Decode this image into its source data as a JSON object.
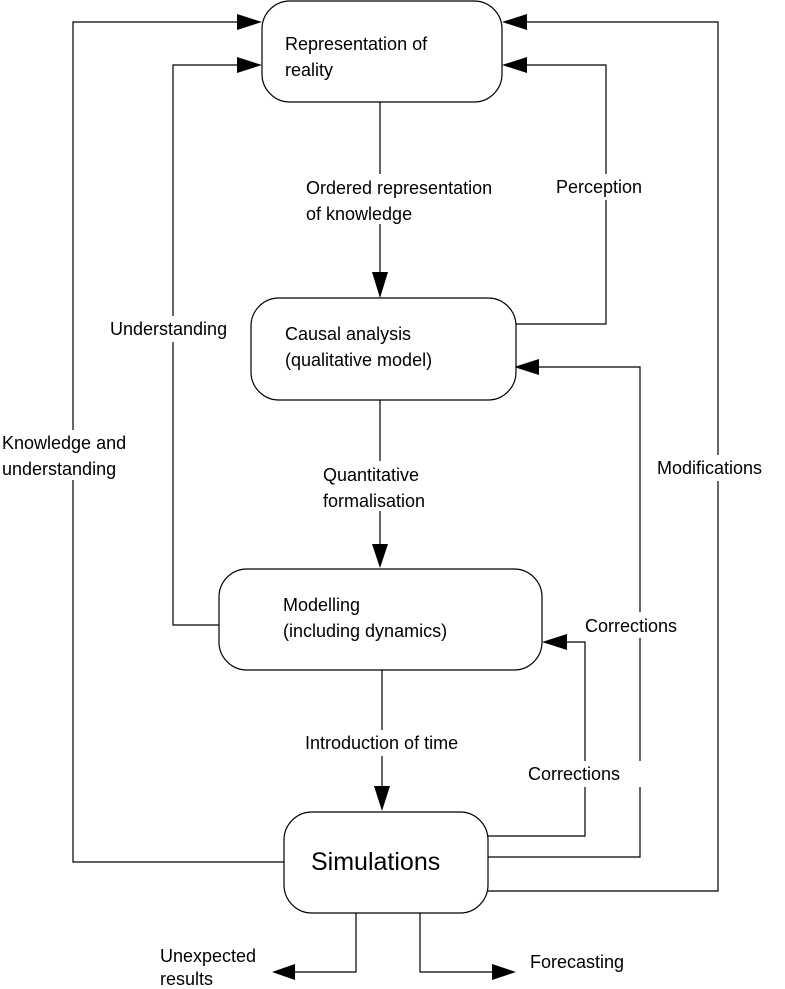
{
  "nodes": {
    "representation": {
      "line1": "Representation of",
      "line2": "reality"
    },
    "causal": {
      "line1": "Causal analysis",
      "line2": "(qualitative model)"
    },
    "modelling": {
      "line1": "Modelling",
      "line2": "(including dynamics)"
    },
    "simulations": {
      "label": "Simulations"
    }
  },
  "edges": {
    "ordered": {
      "line1": "Ordered representation",
      "line2": "of knowledge"
    },
    "quantitative": {
      "line1": "Quantitative",
      "line2": "formalisation"
    },
    "time": {
      "label": "Introduction of time"
    },
    "perception": {
      "label": "Perception"
    },
    "understanding": {
      "label": "Understanding"
    },
    "knowledge": {
      "line1": "Knowledge and",
      "line2": "understanding"
    },
    "modifications": {
      "label": "Modifications"
    },
    "corrections_upper": {
      "label": "Corrections"
    },
    "corrections_lower": {
      "label": "Corrections"
    }
  },
  "outputs": {
    "unexpected": {
      "line1": "Unexpected",
      "line2": "results"
    },
    "forecasting": {
      "label": "Forecasting"
    }
  }
}
